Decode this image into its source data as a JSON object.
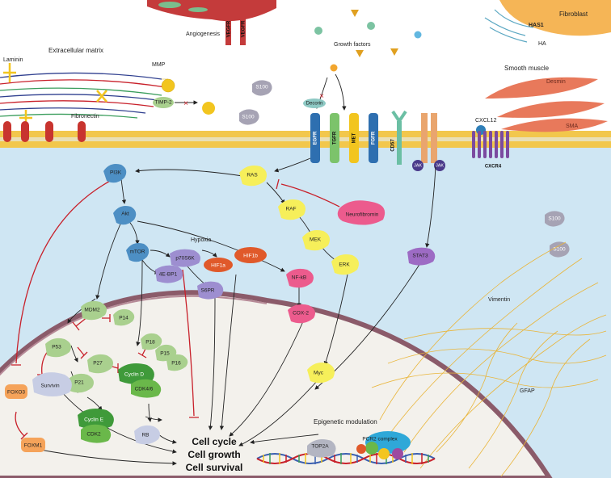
{
  "regions": {
    "ecm": "Extracellular matrix",
    "angiogenesis": "Angiogenesis",
    "growth_factors": "Growth factors",
    "fibroblast": "Fibroblast",
    "smooth_muscle": "Smooth muscle",
    "hypoxia": "Hypoxia",
    "epigenetic": "Epigenetic modulation",
    "vimentin": "Vimentin",
    "gfap": "GFAP"
  },
  "ecm_labels": {
    "laminin": "Laminin",
    "mmp": "MMP",
    "timp2": "TIMP-2",
    "fibronectin": "Fibronectin",
    "has1": "HAS1",
    "ha": "HA",
    "desmin": "Desmin",
    "sma": "SMA",
    "cxcl12": "CXCL12"
  },
  "s100": [
    "S100",
    "S100",
    "S100",
    "S100"
  ],
  "receptors": {
    "vegfr": "VEGFR",
    "decorin": "Decorin",
    "egfr": "EGFR",
    "tgfr": "TGFR",
    "met": "MET",
    "fgfr": "FGFR",
    "cd57": "CD57",
    "jak": "JAK",
    "cxcr4": "CXCR4"
  },
  "nodes": {
    "pi3k": "PI3K",
    "akt": "Akt",
    "mtor": "mTOR",
    "p70s6k": "p70S6K",
    "ebp1": "4E-BP1",
    "s6pr": "S6PR",
    "hif1a": "HIF1a",
    "hif1b": "HIF1b",
    "ras": "RAS",
    "raf": "RAF",
    "mek": "MEK",
    "erk": "ERK",
    "nfkb": "NF-kB",
    "cox2": "COX-2",
    "neurofibromin": "Neurofibromin",
    "stat3": "STAT3",
    "mdm2": "MDM2",
    "p14": "P14",
    "p53": "P53",
    "p27": "P27",
    "p21": "P21",
    "p18": "P18",
    "p15": "P15",
    "p16": "P16",
    "cyclind": "Cyclin D",
    "cdk46": "CDK4/6",
    "survivin": "Survivin",
    "foxo3": "FOXO3",
    "foxm1": "FOXM1",
    "cycline": "Cyclin E",
    "cdk2": "CDK2",
    "rb": "RB",
    "myc": "Myc",
    "top2a": "TOP2A",
    "pcr2": "PCR2 complex"
  },
  "outcome": {
    "line1": "Cell cycle",
    "line2": "Cell growth",
    "line3": "Cell survival"
  },
  "colors": {
    "cytoplasm": "#cfe6f3",
    "nucleus": "#f3f1ec",
    "membrane_head": "#f2c74c",
    "node_blue": "#4d8fc4",
    "node_yellow": "#f6ef5a",
    "node_pink": "#ec5b8d",
    "node_purple": "#9d8ed0",
    "node_orange": "#e0592a",
    "node_green": "#6ab84a",
    "node_lightorange": "#f5a35a",
    "inhibition": "#c8202a",
    "vimentin": "#e9b53a"
  }
}
